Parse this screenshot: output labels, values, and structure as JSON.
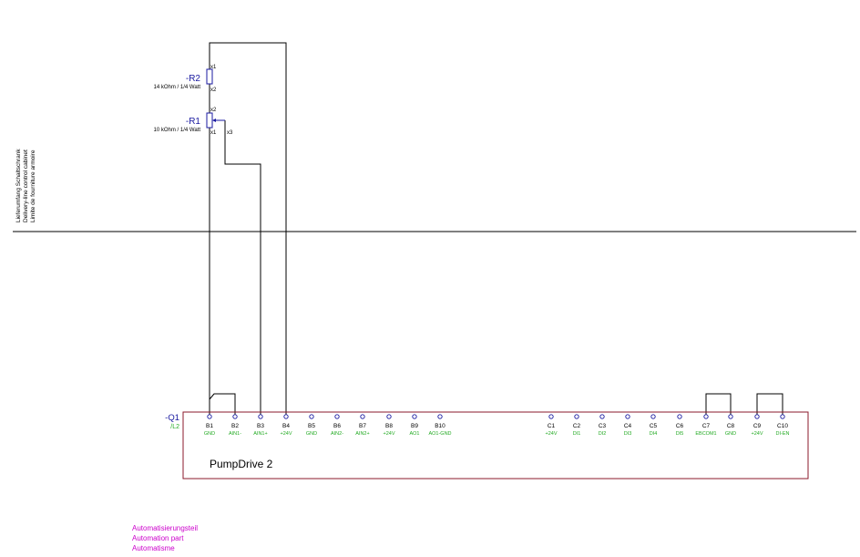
{
  "boundary": {
    "lines": [
      "Lieferumfang Schaltschrank",
      "Delivery-line control cabinet",
      "Limite de fourniture armoire"
    ]
  },
  "resistors": {
    "r2": {
      "ref": "-R2",
      "value": "14 kOhm / 1/4 Watt",
      "pin_top": "x1",
      "pin_bottom": "x2"
    },
    "r1": {
      "ref": "-R1",
      "value": "10 kOhm / 1/4 Watt",
      "pin_top": "x2",
      "pin_bottom": "x1",
      "pin_wiper": "x3"
    }
  },
  "device": {
    "ref": "-Q1",
    "page_ref": "/L2",
    "name": "PumpDrive 2",
    "terminals": [
      {
        "id": "B1",
        "func": "GND"
      },
      {
        "id": "B2",
        "func": "AIN1-"
      },
      {
        "id": "B3",
        "func": "AIN1+"
      },
      {
        "id": "B4",
        "func": "+24V"
      },
      {
        "id": "B5",
        "func": "GND"
      },
      {
        "id": "B6",
        "func": "AIN2-"
      },
      {
        "id": "B7",
        "func": "AIN2+"
      },
      {
        "id": "B8",
        "func": "+24V"
      },
      {
        "id": "B9",
        "func": "AO1"
      },
      {
        "id": "B10",
        "func": "AO1-GND"
      },
      {
        "id": "C1",
        "func": "+24V"
      },
      {
        "id": "C2",
        "func": "DI1"
      },
      {
        "id": "C3",
        "func": "DI2"
      },
      {
        "id": "C4",
        "func": "DI3"
      },
      {
        "id": "C5",
        "func": "DI4"
      },
      {
        "id": "C6",
        "func": "DI5"
      },
      {
        "id": "C7",
        "func": "EBCOM1"
      },
      {
        "id": "C8",
        "func": "GND"
      },
      {
        "id": "C9",
        "func": "+24V"
      },
      {
        "id": "C10",
        "func": "DI-EN"
      }
    ]
  },
  "automation": {
    "lines": [
      "Automatisierungsteil",
      "Automation part",
      "Automatisme"
    ]
  },
  "colors": {
    "wire": "#000000",
    "component": "#1a1aa0",
    "function_label": "#22aa22",
    "device_border": "#8b1a2b",
    "automation_label": "#cc00cc"
  }
}
